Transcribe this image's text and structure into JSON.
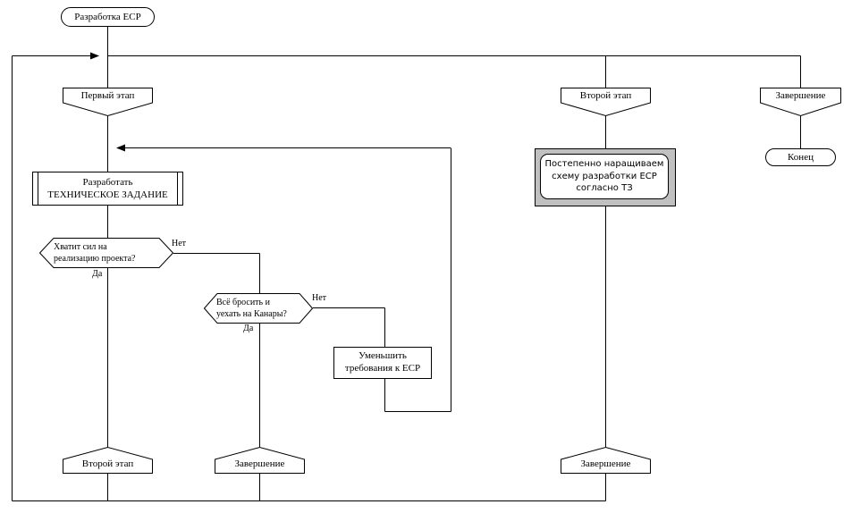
{
  "diagram": {
    "title": "Разработка ЕСР",
    "language": "ru",
    "stroke_color": "#000000",
    "background_color": "#ffffff",
    "note_frame_color": "#c0c0c0"
  },
  "nodes": {
    "start": {
      "label": "Разработка ЕСР",
      "type": "terminator"
    },
    "stage_one": {
      "label": "Первый этап",
      "type": "connector-pentagon"
    },
    "stage_two_top": {
      "label": "Второй этап",
      "type": "connector-pentagon"
    },
    "finish_top": {
      "label": "Завершение",
      "type": "connector-pentagon"
    },
    "end": {
      "label": "Конец",
      "type": "terminator"
    },
    "develop_spec": {
      "line1": "Разработать",
      "line2": "ТЕХНИЧЕСКОЕ ЗАДАНИЕ",
      "type": "predefined-process"
    },
    "decision_strength": {
      "line1": "Хватит сил на",
      "line2": "реализацию проекта?",
      "type": "decision"
    },
    "decision_canaries": {
      "line1": "Всё бросить и",
      "line2": "уехать на Канары?",
      "type": "decision"
    },
    "reduce_requirements": {
      "line1": "Уменьшить",
      "line2": "требования к ЕСР",
      "type": "process"
    },
    "note_gradual": {
      "line1": "Постепенно наращиваем",
      "line2": "схему разработки ЕСР",
      "line3": "согласно ТЗ",
      "type": "note"
    },
    "stage_two_bottom": {
      "label": "Второй этап",
      "type": "connector-pentagon-inverted"
    },
    "finish_bottom_left": {
      "label": "Завершение",
      "type": "connector-pentagon-inverted"
    },
    "finish_bottom_right": {
      "label": "Завершение",
      "type": "connector-pentagon-inverted"
    }
  },
  "edge_labels": {
    "strength_no": "Нет",
    "strength_yes": "Да",
    "canaries_no": "Нет",
    "canaries_yes": "Да"
  }
}
